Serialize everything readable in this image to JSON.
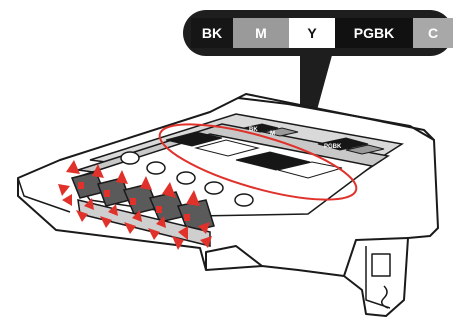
{
  "ink_labels": [
    {
      "text": "BK",
      "fill": "#161616",
      "text_color": "#ffffff"
    },
    {
      "text": "M",
      "fill": "#9a9a9a",
      "text_color": "#ffffff"
    },
    {
      "text": "Y",
      "fill": "#ffffff",
      "text_color": "#111111"
    },
    {
      "text": "PGBK",
      "fill": "#111111",
      "text_color": "#ffffff"
    },
    {
      "text": "C",
      "fill": "#a8a8a8",
      "text_color": "#ffffff"
    }
  ],
  "small_labels": {
    "bk": "BK",
    "m": "M",
    "pgbk": "PGBK"
  },
  "colors": {
    "highlight_red": "#e0312a",
    "outline": "#1a1a1a",
    "body": "#ffffff",
    "cartridge": "#555555"
  }
}
